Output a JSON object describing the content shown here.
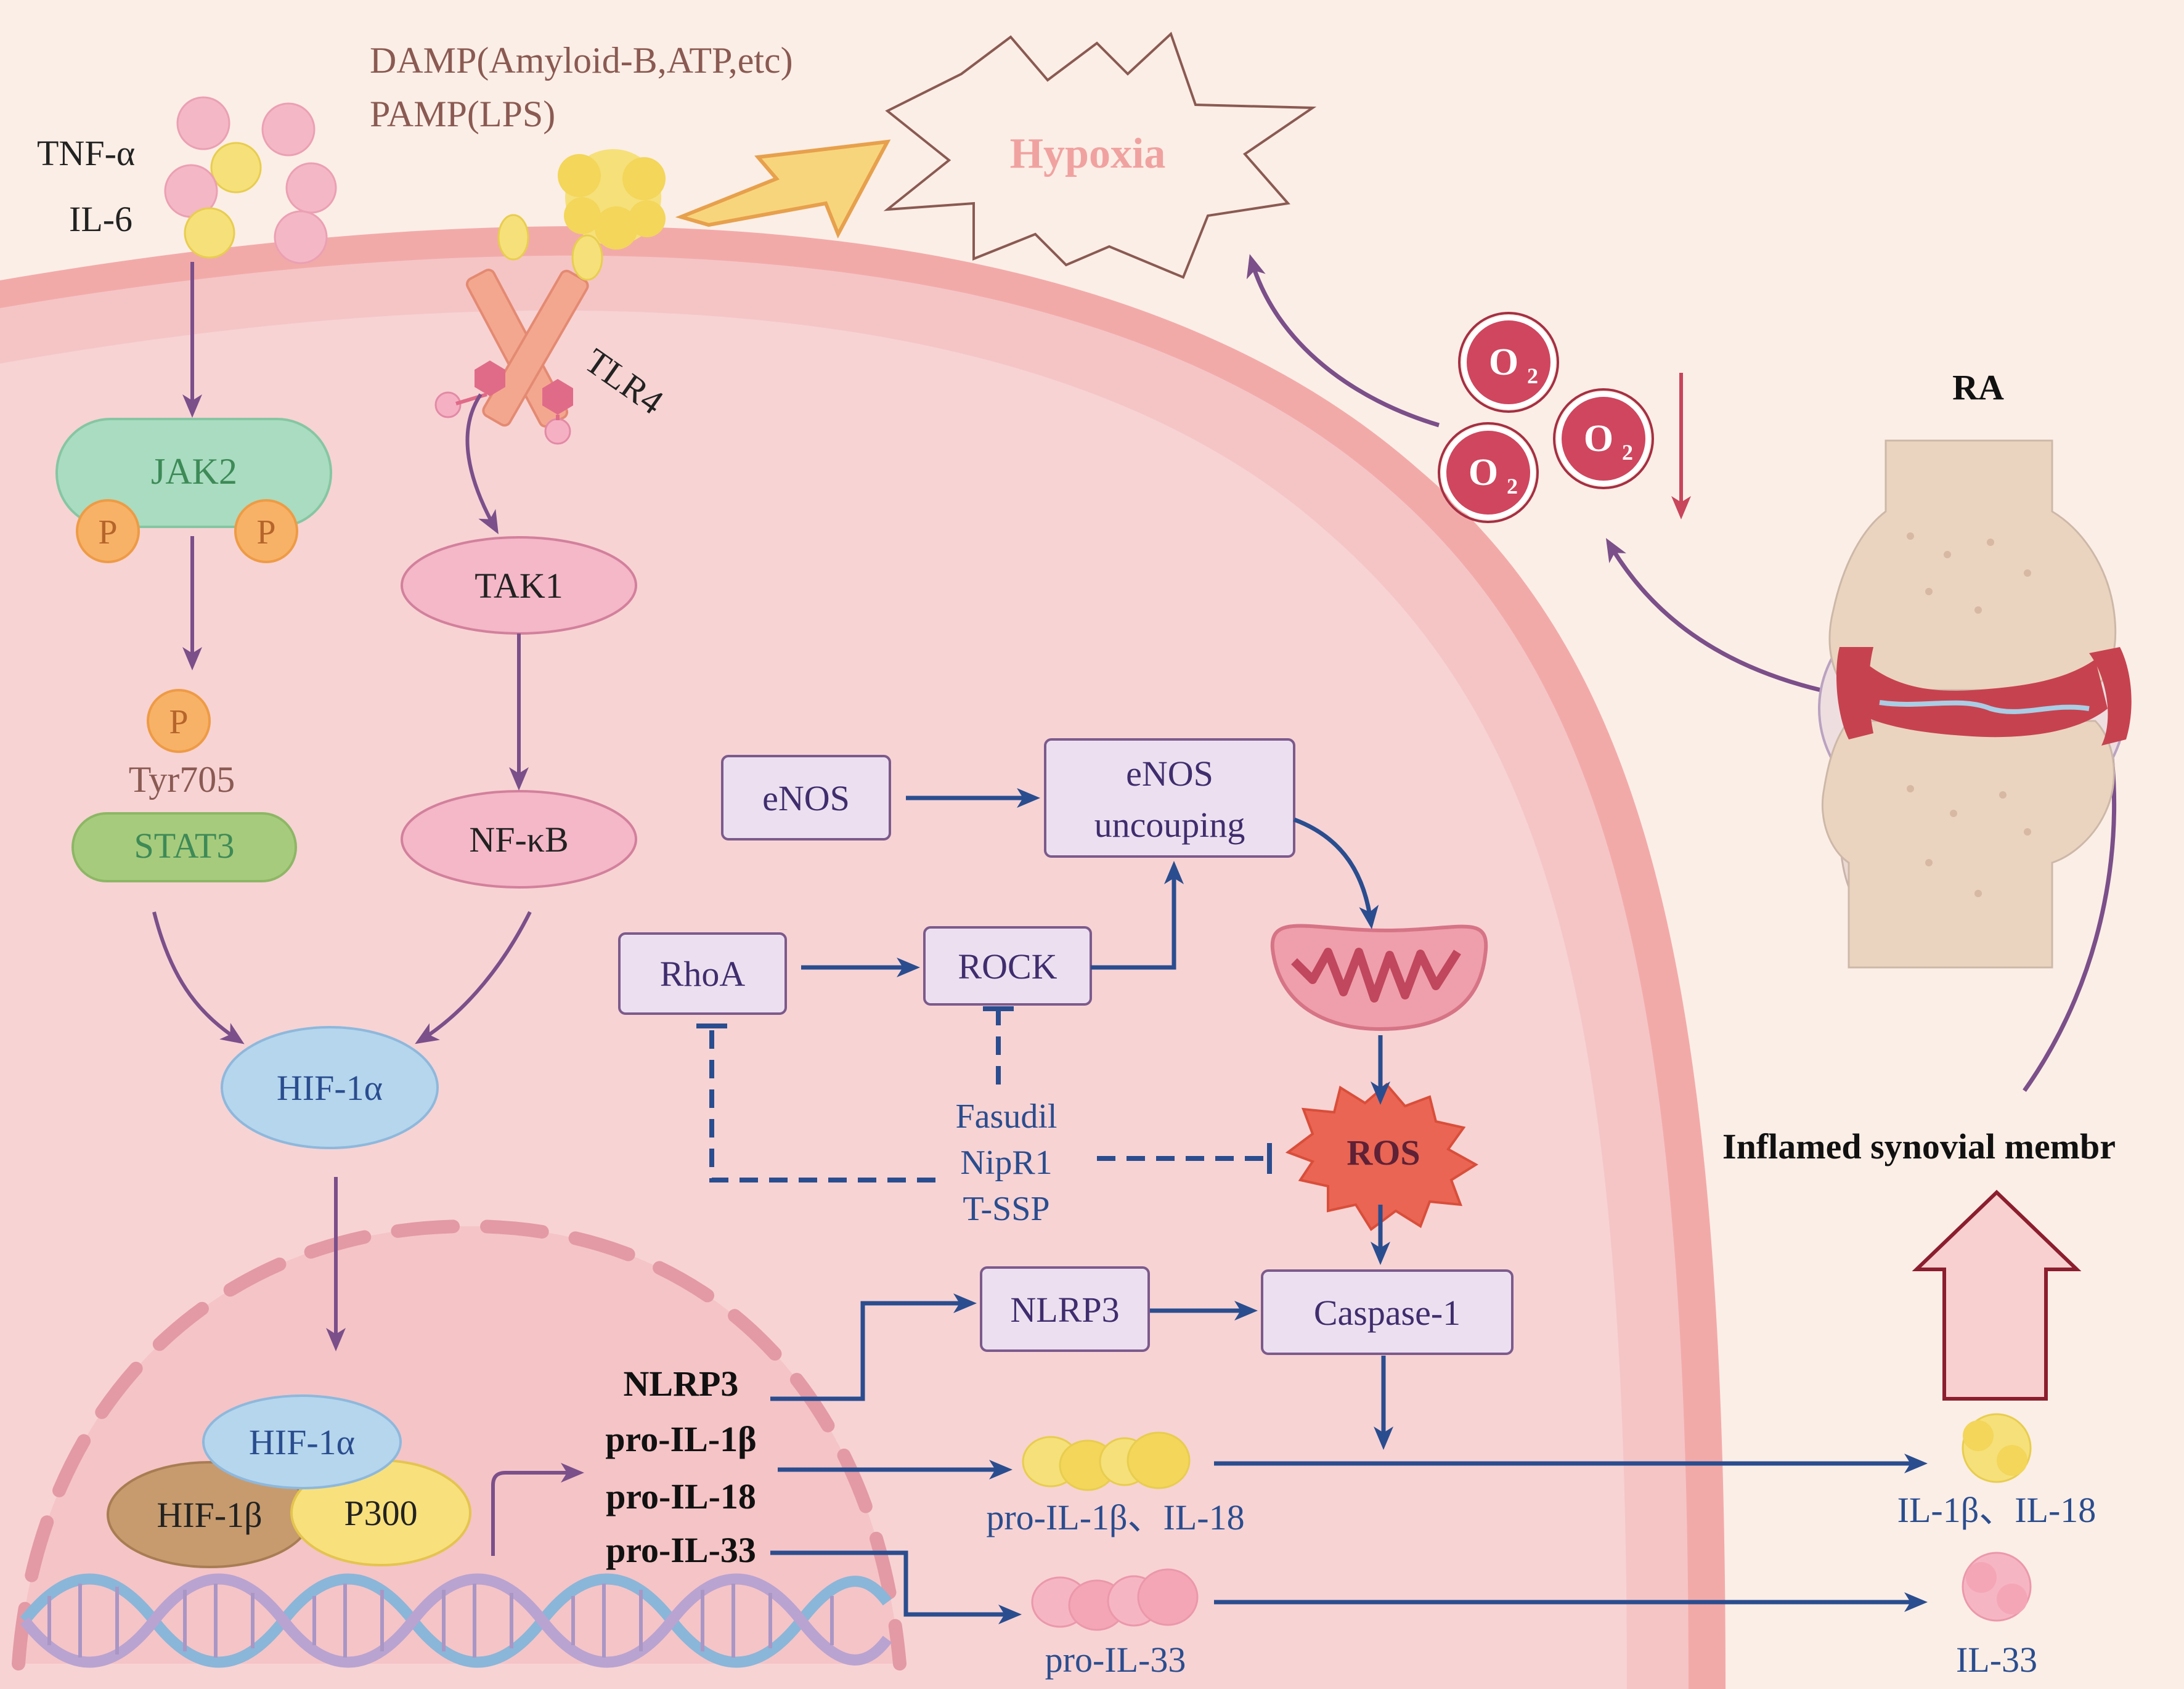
{
  "labels": {
    "tnf": "TNF-α",
    "il6": "IL-6",
    "damp": "DAMP(Amyloid-B,ATP,etc)",
    "pamp": "PAMP(LPS)",
    "hypoxia": "Hypoxia",
    "tlr4": "TLR4",
    "jak2": "JAK2",
    "p": "P",
    "tyr705": "Tyr705",
    "stat3": "STAT3",
    "tak1": "TAK1",
    "nfkb": "NF-κB",
    "hif1a": "HIF-1α",
    "hif1a_nuc": "HIF-1α",
    "hif1b": "HIF-1β",
    "p300": "P300",
    "enos": "eNOS",
    "enos_unc_1": "eNOS",
    "enos_unc_2": "uncouping",
    "rhoa": "RhoA",
    "rock": "ROCK",
    "fasudil": "Fasudil",
    "nipr1": "NipR1",
    "tssp": "T-SSP",
    "ros": "ROS",
    "nlrp3_box": "NLRP3",
    "caspase1": "Caspase-1",
    "gene_nlrp3": "NLRP3",
    "gene_il1b": "pro-IL-1β",
    "gene_il18": "pro-IL-18",
    "gene_il33": "pro-IL-33",
    "pro_il1b_il18": "pro-IL-1β、IL-18",
    "pro_il33": "pro-IL-33",
    "il1b_il18": "IL-1β、IL-18",
    "il33": "IL-33",
    "o2": "O",
    "o2_sub": "2",
    "ra": "RA",
    "inflamed": "Inflamed synovial membr"
  },
  "colors": {
    "background": "#fbeee6",
    "cell": "#f7d3d4",
    "membrane": "#f2aaa9",
    "arrow_purple": "#7b4f8a",
    "arrow_blue": "#2a4d8f",
    "box_fill": "#ece0f0",
    "box_stroke": "#7c5a8c",
    "oxygen": "#d0465e"
  }
}
